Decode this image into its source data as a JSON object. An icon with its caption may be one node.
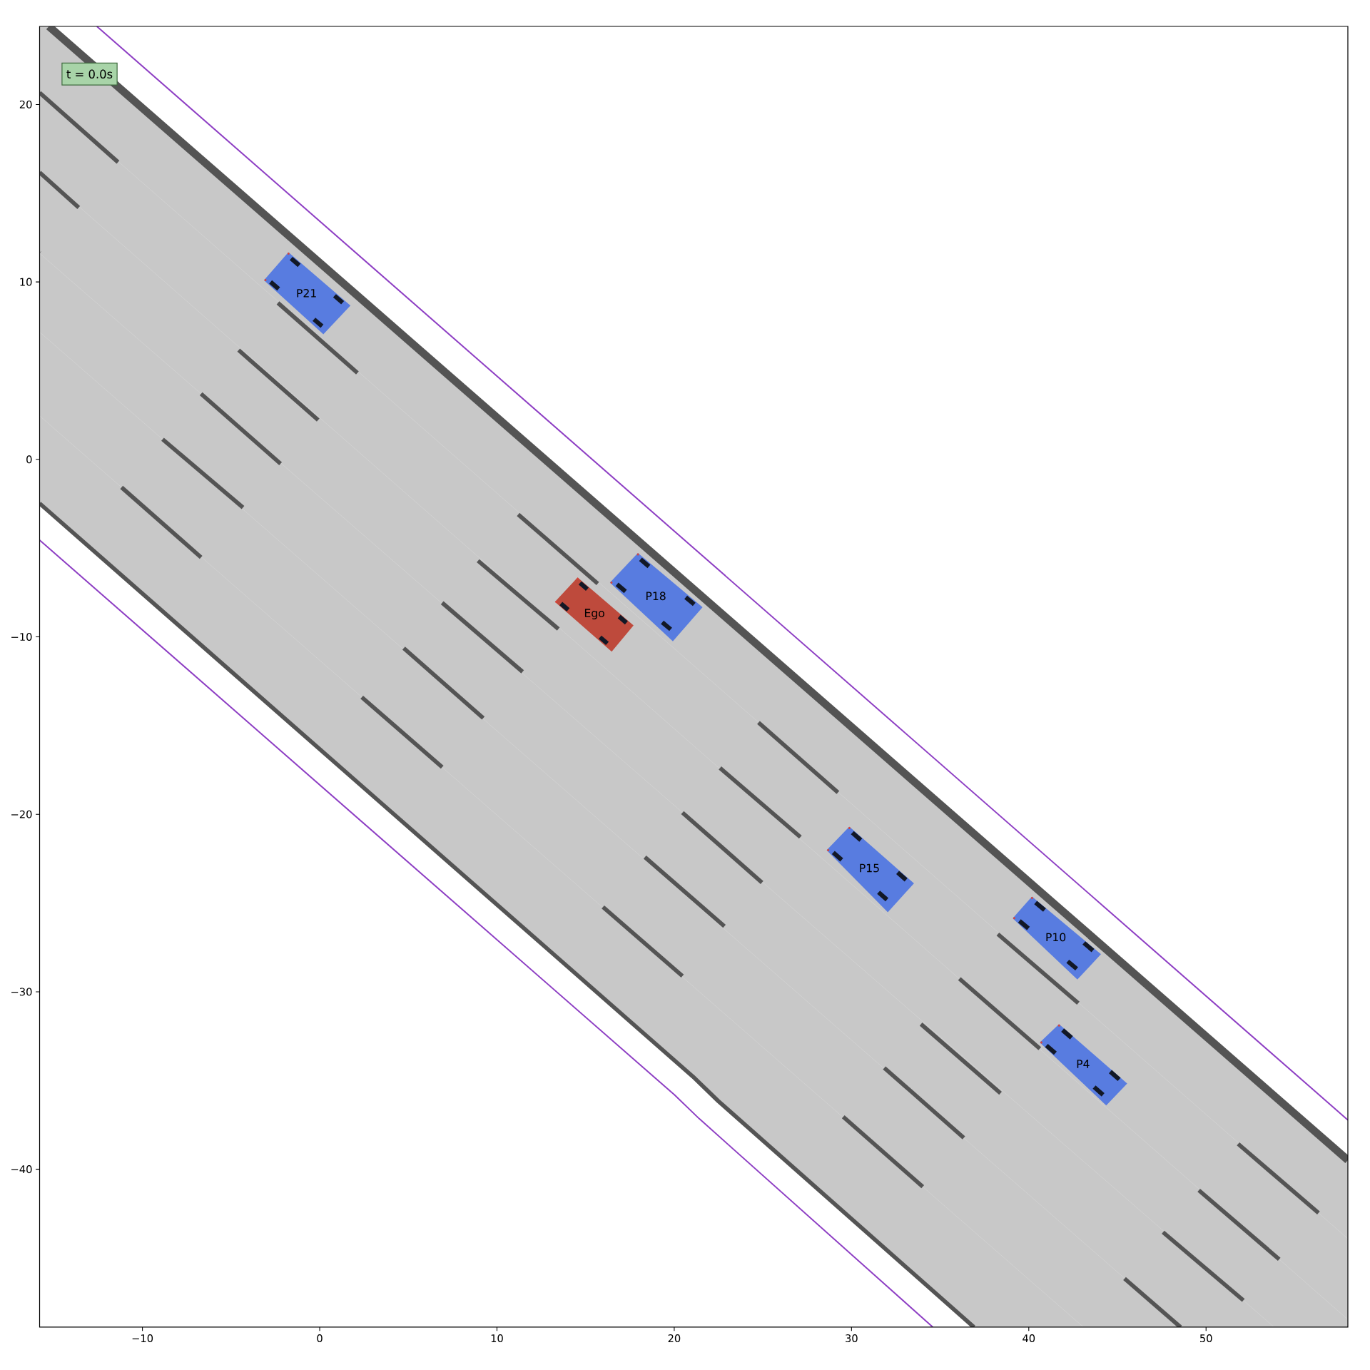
{
  "diagram": {
    "nodes": [
      {
        "text": [
          "t = 0.0s"
        ]
      },
      {
        "text": [
          "P21"
        ]
      },
      {
        "text": [
          "P18"
        ]
      },
      {
        "text": [
          "Ego"
        ]
      },
      {
        "text": [
          "P15"
        ]
      },
      {
        "text": [
          "P10"
        ]
      },
      {
        "text": [
          "P4"
        ]
      }
    ],
    "chart_data": {
      "type": "scatter",
      "xlim": [
        -15.8,
        58
      ],
      "ylim": [
        -48.9,
        24.4
      ],
      "xticks": [
        -10,
        0,
        10,
        20,
        30,
        40,
        50
      ],
      "yticks": [
        -40,
        -30,
        -20,
        -10,
        0,
        10,
        20
      ]
    }
  }
}
